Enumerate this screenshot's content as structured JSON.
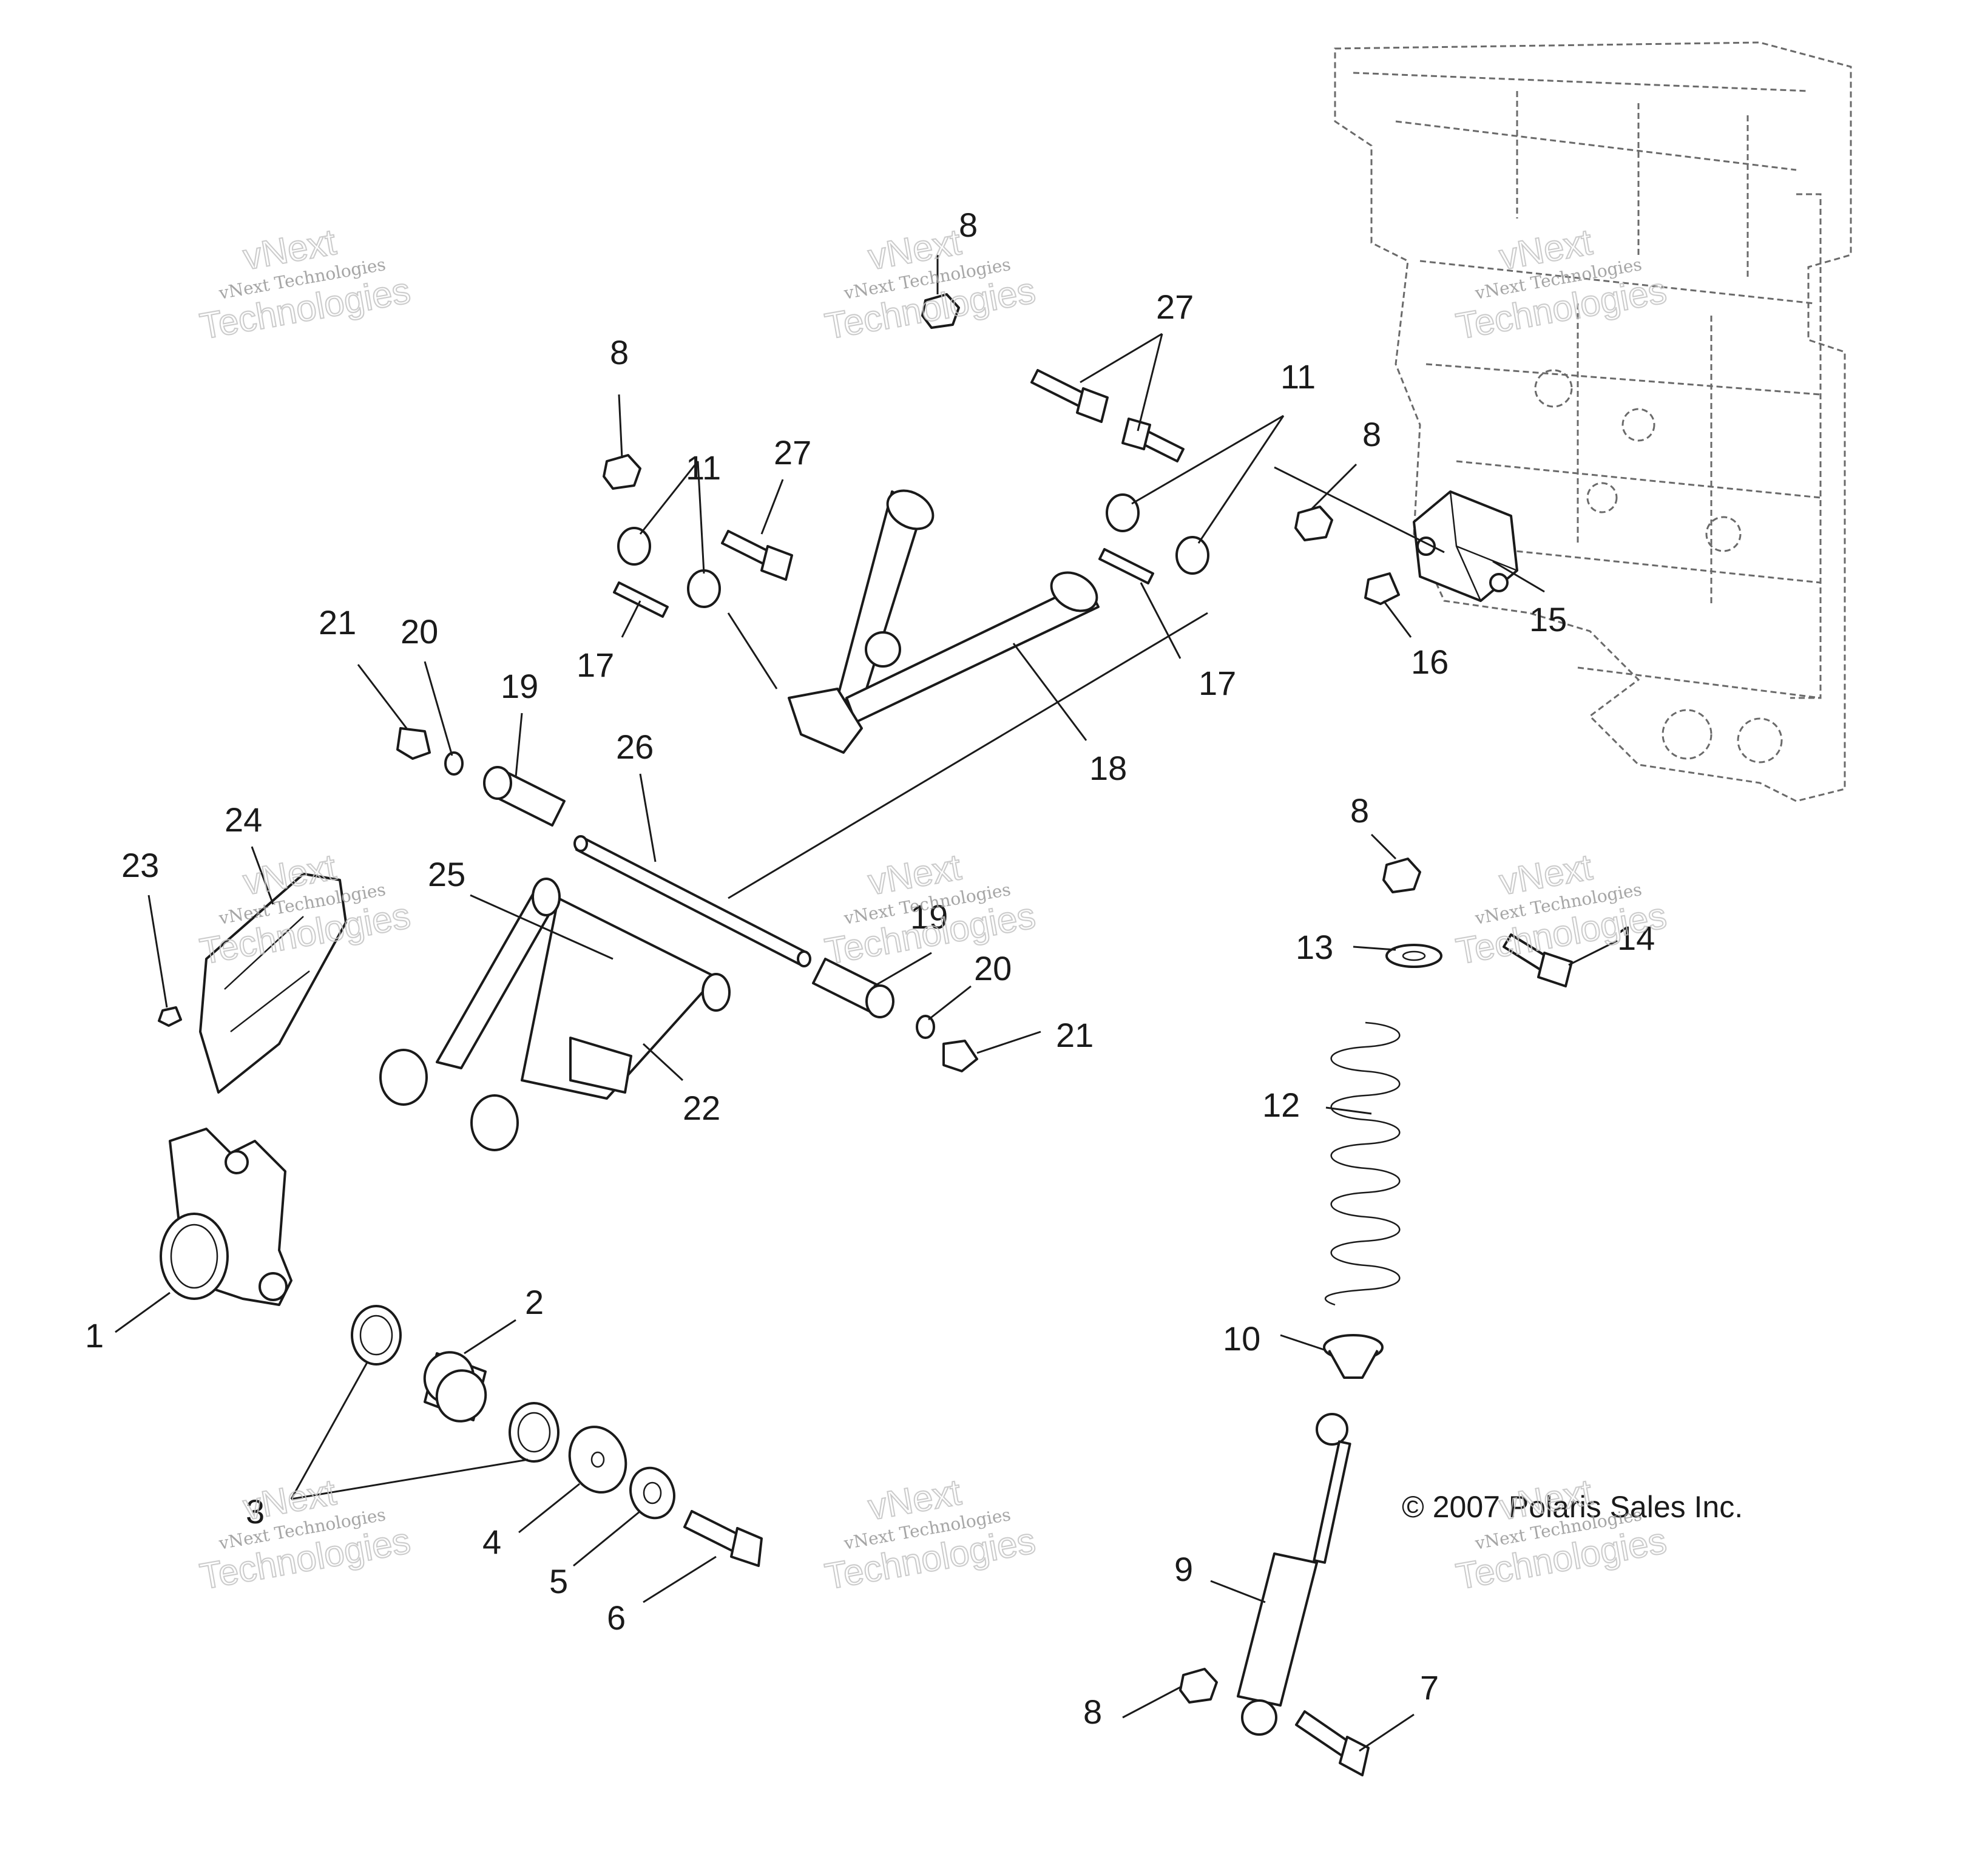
{
  "copyright": "© 2007 Polaris Sales Inc.",
  "watermark": {
    "line1": "vNext",
    "line2": "vNext Technologies",
    "line3": "Technologies"
  },
  "callouts": {
    "c1": "1",
    "c2": "2",
    "c3": "3",
    "c4": "4",
    "c5": "5",
    "c6": "6",
    "c7": "7",
    "c8a": "8",
    "c8b": "8",
    "c8c": "8",
    "c8d": "8",
    "c8e": "8",
    "c9": "9",
    "c10": "10",
    "c11a": "11",
    "c11b": "11",
    "c12": "12",
    "c13": "13",
    "c14": "14",
    "c15": "15",
    "c16": "16",
    "c17a": "17",
    "c17b": "17",
    "c18": "18",
    "c19a": "19",
    "c19b": "19",
    "c20a": "20",
    "c20b": "20",
    "c21a": "21",
    "c21b": "21",
    "c22": "22",
    "c23": "23",
    "c24": "24",
    "c25": "25",
    "c26": "26",
    "c27a": "27",
    "c27b": "27"
  }
}
